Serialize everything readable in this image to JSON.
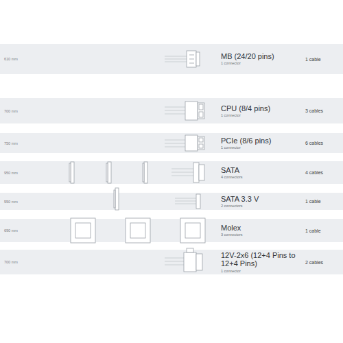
{
  "diagram": {
    "nodes": [
      {
        "text": [
          "610 mm",
          "MB (24/20 pins)",
          "1 connector",
          "1 cable"
        ]
      },
      {
        "text": [
          "700 mm",
          "CPU (8/4 pins)",
          "1 connector",
          "3 cables"
        ]
      },
      {
        "text": [
          "750 mm",
          "PCIe (8/6 pins)",
          "1 connector",
          "6 cables"
        ]
      },
      {
        "text": [
          "950 mm",
          "SATA",
          "4 connectors",
          "4 cables"
        ]
      },
      {
        "text": [
          "550 mm",
          "SATA 3.3 V",
          "2 connectors",
          "1 cable"
        ]
      },
      {
        "text": [
          "690 mm",
          "Molex",
          "3 connectors",
          "1 cable"
        ]
      },
      {
        "text": [
          "700 mm",
          "12V-2x6 (12+4 Pins to 12+4 Pins)",
          "1 connector",
          "2 cables"
        ]
      }
    ]
  }
}
